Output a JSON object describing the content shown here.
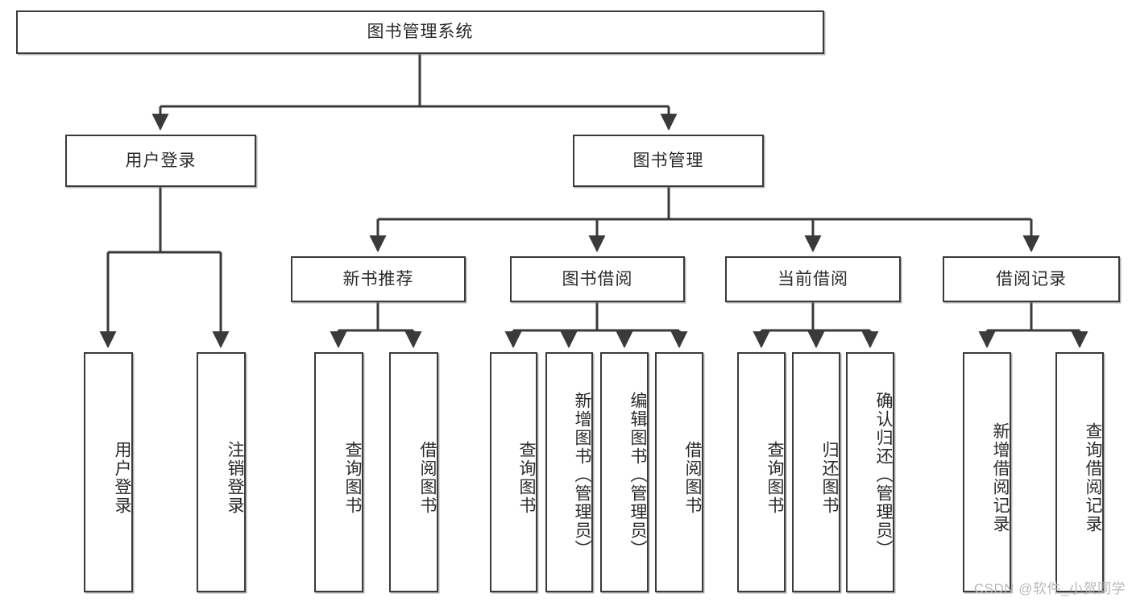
{
  "diagram": {
    "title": "图书管理系统",
    "watermark": "CSDN @软件_小贺同学",
    "colors": {
      "stroke": "#3a3a3a",
      "fill": "#ffffff",
      "text": "#2b2b2b",
      "watermark": "#b9b9b9"
    },
    "levels": {
      "root": {
        "label": "图书管理系统",
        "orientation": "horizontal"
      },
      "level2": [
        {
          "label": "用户登录",
          "orientation": "horizontal"
        },
        {
          "label": "图书管理",
          "orientation": "horizontal"
        }
      ],
      "level3": [
        {
          "label": "新书推荐",
          "orientation": "horizontal"
        },
        {
          "label": "图书借阅",
          "orientation": "horizontal"
        },
        {
          "label": "当前借阅",
          "orientation": "horizontal"
        },
        {
          "label": "借阅记录",
          "orientation": "horizontal"
        }
      ],
      "leaves": {
        "user_login": [
          {
            "label": "用户登录",
            "orientation": "vertical"
          },
          {
            "label": "注销登录",
            "orientation": "vertical"
          }
        ],
        "new_book_recommend": [
          {
            "label": "查询图书",
            "orientation": "vertical"
          },
          {
            "label": "借阅图书",
            "orientation": "vertical"
          }
        ],
        "book_borrow": [
          {
            "label": "查询图书",
            "orientation": "vertical"
          },
          {
            "label": "新增图书（管理员）",
            "orientation": "vertical"
          },
          {
            "label": "编辑图书（管理员）",
            "orientation": "vertical"
          },
          {
            "label": "借阅图书",
            "orientation": "vertical"
          }
        ],
        "current_borrow": [
          {
            "label": "查询图书",
            "orientation": "vertical"
          },
          {
            "label": "归还图书",
            "orientation": "vertical"
          },
          {
            "label": "确认归还（管理员）",
            "orientation": "vertical"
          }
        ],
        "borrow_record": [
          {
            "label": "新增借阅记录",
            "orientation": "vertical"
          },
          {
            "label": "查询借阅记录",
            "orientation": "vertical"
          }
        ]
      }
    }
  }
}
